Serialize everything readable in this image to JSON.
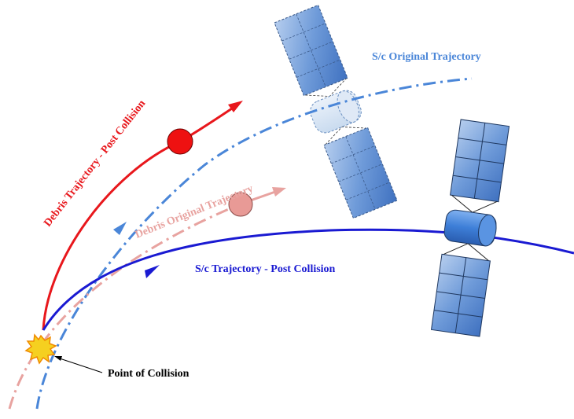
{
  "labels": {
    "sc_original": "S/c Original Trajectory",
    "debris_post": "Debris Trajectory - Post Collision",
    "debris_original": "Debris Original Trajectory",
    "sc_post": "S/c Trajectory - Post Collision",
    "collision_point": "Point of Collision"
  },
  "colors": {
    "debris_post": "#e8171c",
    "debris_original": "#e8a3a0",
    "sc_original": "#4a86d8",
    "sc_post": "#1a1ad2",
    "panel_fill": "#7aa3dc",
    "original_bus": "#d6e4f2",
    "post_bus": "#3e7fd8",
    "collision_star": "#f5a623"
  },
  "icons": [
    "satellite-original-icon",
    "satellite-post-collision-icon",
    "collision-burst-icon"
  ]
}
